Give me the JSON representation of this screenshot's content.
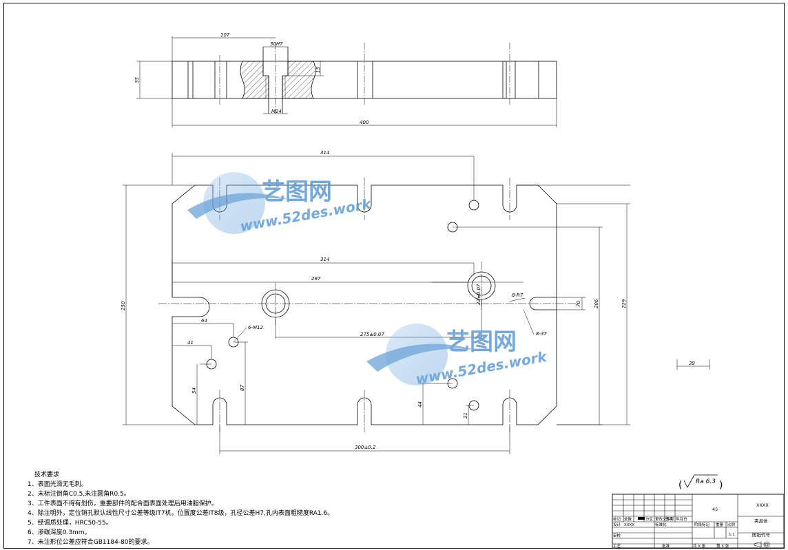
{
  "top_view": {
    "dims": {
      "width_107": "107",
      "bore": "30H7",
      "depth_15": "15",
      "thickness": "35",
      "thread": "M24",
      "length": "400"
    }
  },
  "plan_view": {
    "dims": {
      "d314_top": "314",
      "d314_mid": "314",
      "d297": "297",
      "d64": "64",
      "d41": "41",
      "hole_spec": "6-M12",
      "center_dist": "275±0.07",
      "vert_dist": "22±0.07",
      "slot_r": "8-R7",
      "slot_w": "8-37",
      "d70": "70",
      "d206": "206",
      "d229": "229",
      "d250": "250",
      "d87": "87",
      "d54": "54",
      "d44": "44",
      "d21": "21",
      "width_bottom": "300±0.2",
      "d39": "39"
    }
  },
  "watermark": {
    "title": "艺图网",
    "url": "www.52des.work"
  },
  "roughness": "Ra 6.3",
  "notes": {
    "heading": "技术要求",
    "items": [
      "1、表面光滑无毛刺。",
      "2、未标注倒角C0.5,未注圆角R0.5。",
      "3、工件表面不得有划伤，重要部件的配合面表面处理后用油脂保护。",
      "4、除注明外，定位销孔默认线性尺寸公差等级IT7机，位置度公差IT8级，孔径公差H7,孔内表面粗糙度RA1.6。",
      "5、经调质处理，HRC50-55。",
      "6、渗碳深度0.3mm。",
      "7、未注形位公差应符合GB1184-80的要求。"
    ]
  },
  "title_block": {
    "material": "45",
    "company": "XXXX",
    "part_name": "夹具体",
    "drawing_no": "图纸代号",
    "scale": "1:1",
    "h_mark": "标记",
    "h_count": "处数",
    "h_zone": "分区",
    "h_change": "更改文件号",
    "h_sign": "签名",
    "h_date": "年月日",
    "h_design": "设计",
    "design_name": "XXXX",
    "h_std": "标准化",
    "h_stage": "阶段标记",
    "h_weight": "重量",
    "h_scale": "比例",
    "h_check": "审核",
    "h_process": "工艺",
    "h_approve": "批准",
    "h_total": "共 X 张",
    "h_sheet": "第 X 张"
  }
}
